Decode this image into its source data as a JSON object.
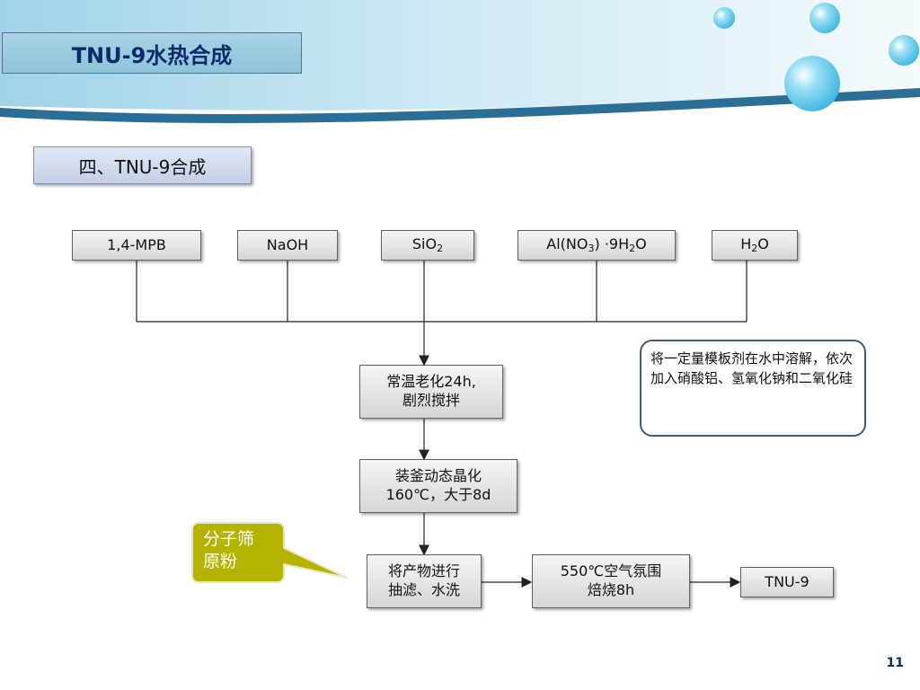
{
  "header": {
    "title": "TNU-9水热合成",
    "section": "四、TNU-9合成"
  },
  "reagents": {
    "mpb": "1,4-MPB",
    "naoh": "NaOH",
    "sio2_base": "SiO",
    "sio2_sub": "2",
    "al_p1": "Al(NO",
    "al_sub1": "3",
    "al_p2": ") ·9H",
    "al_sub2": "2",
    "al_p3": "O",
    "h2o_p1": "H",
    "h2o_sub": "2",
    "h2o_p2": "O"
  },
  "steps": {
    "aging_l1": "常温老化24h,",
    "aging_l2": "剧烈搅拌",
    "crystal_l1": "装釜动态晶化",
    "crystal_l2": "160℃，大于8d",
    "filter_l1": "将产物进行",
    "filter_l2": "抽滤、水洗",
    "calcine_l1": "550℃空气氛围",
    "calcine_l2": "焙烧8h",
    "product": "TNU-9"
  },
  "note": "将一定量模板剂在水中溶解，依次加入硝酸铝、氢氧化钠和二氧化硅",
  "callout": {
    "line1": "分子筛",
    "line2": "原粉"
  },
  "page_number": "11",
  "colors": {
    "title_text": "#0a2a6b",
    "header_band": "#bfe3f0",
    "callout_fill": "#b3b300",
    "note_border": "#3f5a7a"
  }
}
